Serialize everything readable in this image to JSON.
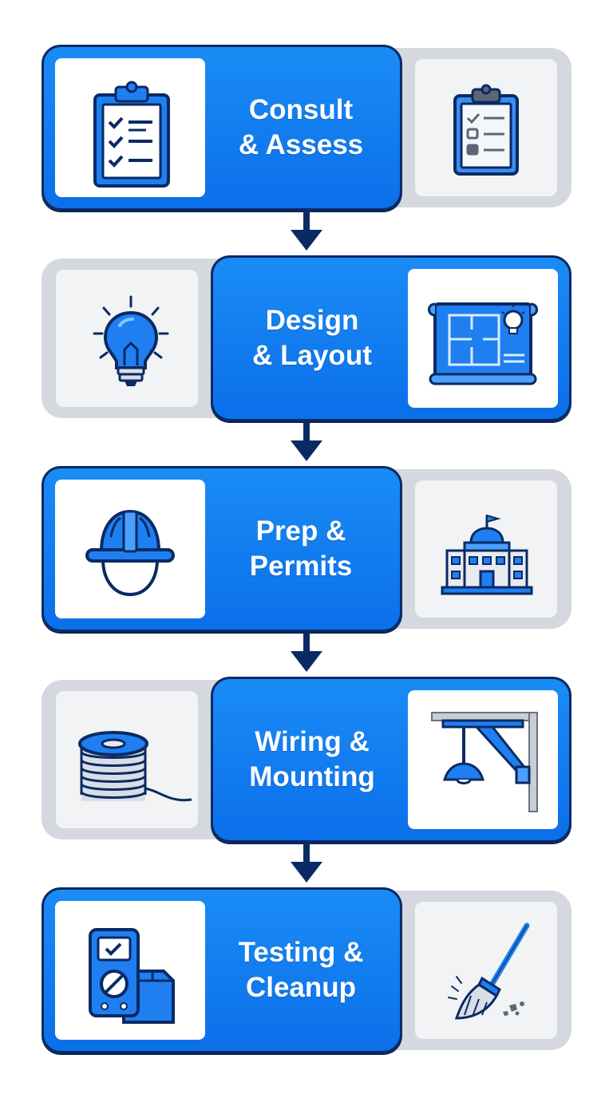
{
  "steps": [
    {
      "label": "Consult\n& Assess",
      "main_icon": "clipboard-checklist-icon",
      "side_icon": "clipboard-checkbox-icon"
    },
    {
      "label": "Design\n& Layout",
      "main_icon": "floor-plan-blueprint-icon",
      "side_icon": "light-bulb-icon"
    },
    {
      "label": "Prep &\nPermits",
      "main_icon": "hard-hat-worker-icon",
      "side_icon": "government-building-icon"
    },
    {
      "label": "Wiring &\nMounting",
      "main_icon": "ceiling-light-mount-icon",
      "side_icon": "wire-spool-icon"
    },
    {
      "label": "Testing &\nCleanup",
      "main_icon": "multimeter-box-icon",
      "side_icon": "broom-icon"
    }
  ],
  "colors": {
    "primary": "#0b6fea",
    "primary_light": "#1a8cf5",
    "outline": "#0a2a63",
    "gray_panel": "#d5d8de",
    "gray_well": "#f2f3f5"
  }
}
